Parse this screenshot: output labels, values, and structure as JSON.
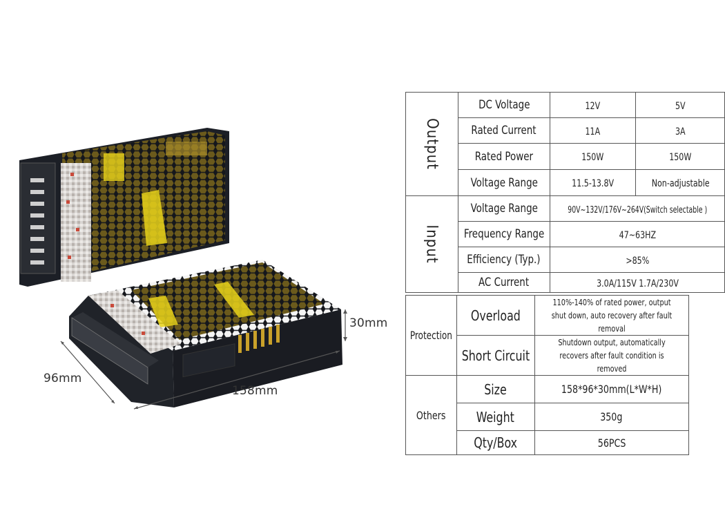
{
  "product_image": {
    "description": "Two black perforated-mesh enclosed switching power supplies with screw terminal blocks",
    "dimensions": {
      "length_label": "158mm",
      "width_label": "96mm",
      "height_label": "30mm"
    }
  },
  "spec_table": {
    "output": {
      "group_label": "Output",
      "rows": [
        {
          "label": "DC Voltage",
          "values": [
            "12V",
            "5V"
          ]
        },
        {
          "label": "Rated Current",
          "values": [
            "11A",
            "3A"
          ]
        },
        {
          "label": "Rated Power",
          "values": [
            "150W",
            "150W"
          ]
        },
        {
          "label": "Voltage Range",
          "values": [
            "11.5-13.8V",
            "Non-adjustable"
          ]
        }
      ]
    },
    "input": {
      "group_label": "Input",
      "rows": [
        {
          "label": "Voltage Range",
          "value": "90V~132V/176V~264V(Switch selectable )"
        },
        {
          "label": "Frequency Range",
          "value": "47~63HZ"
        },
        {
          "label": "Efficiency (Typ.)",
          "value": ">85%"
        },
        {
          "label": "AC Current",
          "value": "3.0A/115V  1.7A/230V"
        }
      ]
    },
    "protection": {
      "group_label": "Protection",
      "rows": [
        {
          "label": "Overload",
          "value": "110%-140% of rated power, output shut down, auto recovery after fault removal"
        },
        {
          "label": "Short Circuit",
          "value": "Shutdown output, automatically recovers after fault condition is removed"
        }
      ]
    },
    "others": {
      "group_label": "Others",
      "rows": [
        {
          "label": "Size",
          "value": "158*96*30mm(L*W*H)"
        },
        {
          "label": "Weight",
          "value": "350g"
        },
        {
          "label": "Qty/Box",
          "value": "56PCS"
        }
      ]
    }
  },
  "colors": {
    "chassis": "#1c1f26",
    "pcb_yellow": "#e8d21a",
    "terminal": "#2a2d33",
    "border": "#555555",
    "text": "#222222"
  }
}
